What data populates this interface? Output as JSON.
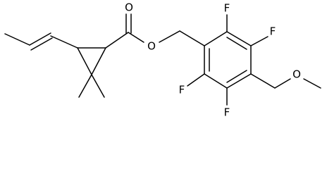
{
  "structure": {
    "atoms": {
      "carbonyl_oxygen": "O",
      "ester_oxygen": "O",
      "ether_oxygen": "O",
      "fluorine_top_left": "F",
      "fluorine_top_right": "F",
      "fluorine_bottom_left": "F",
      "fluorine_bottom_right": "F"
    },
    "colors": {
      "bond": "#000000",
      "label": "#000000",
      "background": "#ffffff"
    }
  }
}
